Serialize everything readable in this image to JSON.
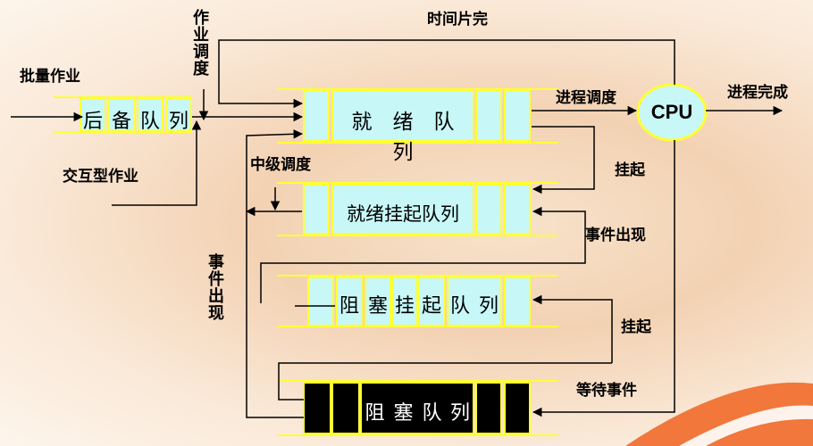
{
  "labels": {
    "batch_jobs": "批量作业",
    "job_scheduling": "作业调度",
    "time_slice_end": "时间片完",
    "interactive_jobs": "交互型作业",
    "process_scheduling": "进程调度",
    "process_complete": "进程完成",
    "mid_scheduling": "中级调度",
    "suspend_1": "挂起",
    "event_occurs_right": "事件出现",
    "event_occurs_left": "事件出现",
    "suspend_2": "挂起",
    "wait_event": "等待事件"
  },
  "queues": {
    "backup_queue": [
      "后",
      "备",
      "队",
      "列"
    ],
    "ready_queue": "就　绪　队　列",
    "ready_suspended_queue": "就绪挂起队列",
    "blocked_suspended_queue": [
      "阻",
      "塞",
      "挂",
      "起",
      "队",
      "列"
    ],
    "blocked_queue": [
      "阻",
      "塞",
      "队",
      "列"
    ]
  },
  "cpu_label": "CPU",
  "colors": {
    "queue_fill": "#c8f7f7",
    "queue_border": "#ffff33",
    "blocked_fill": "#000000",
    "cpu_fill": "#c8f7f7",
    "cpu_border": "#ffff33"
  }
}
